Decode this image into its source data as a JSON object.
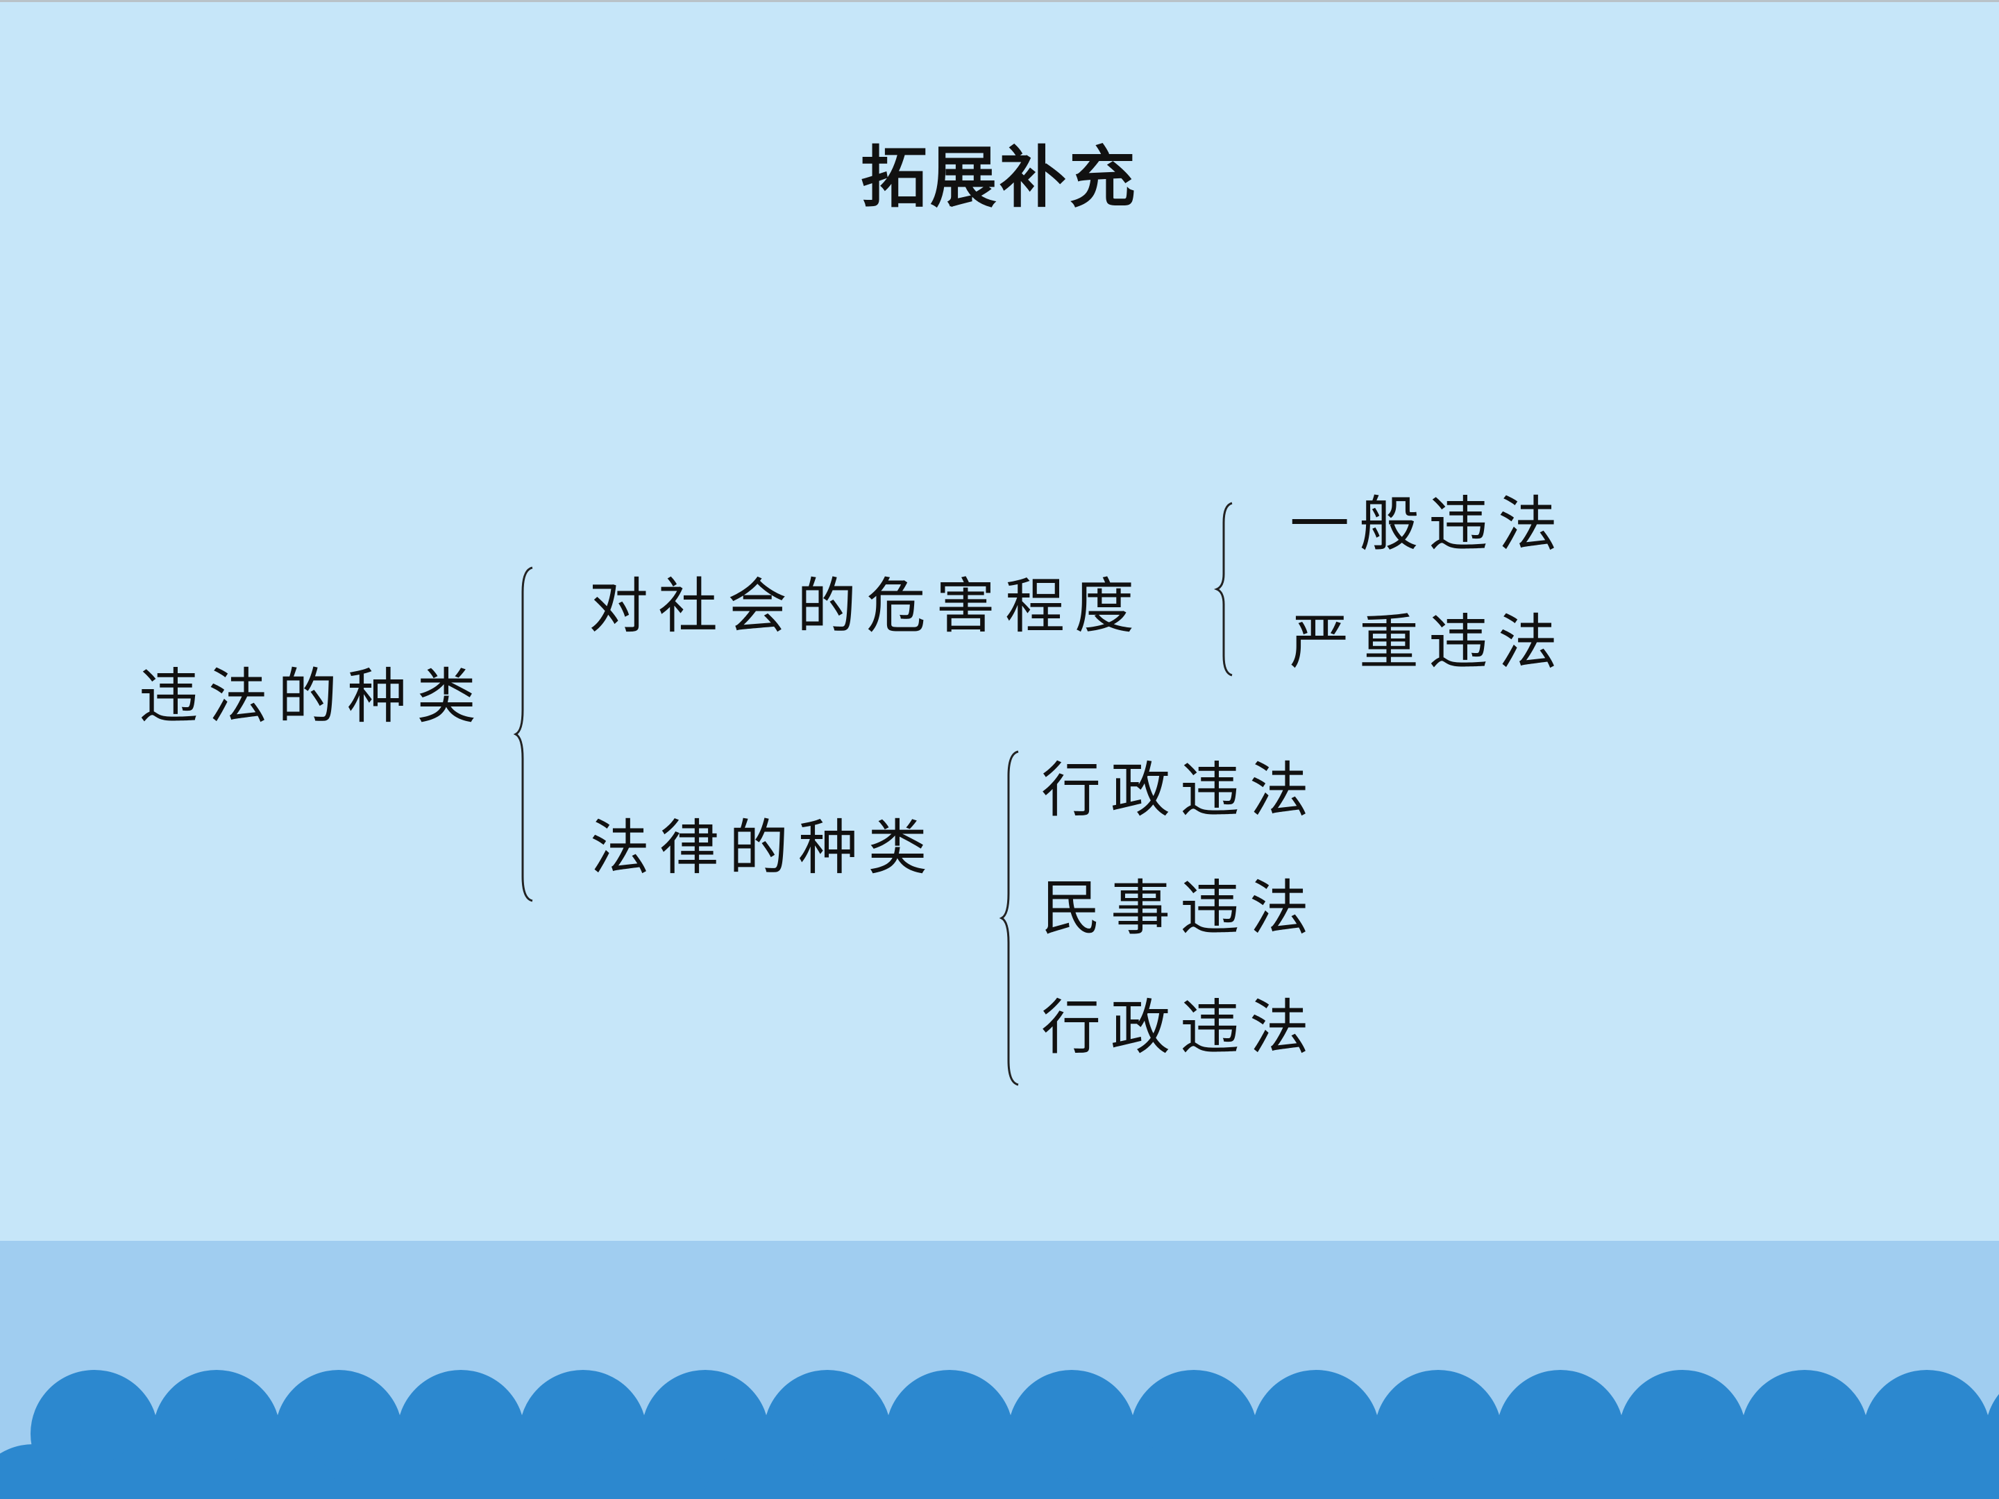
{
  "title": "拓展补充",
  "root": {
    "label": "违法的种类"
  },
  "branches": [
    {
      "label": "对社会的危害程度",
      "children": [
        "一般违法",
        "严重违法"
      ]
    },
    {
      "label": "法律的种类",
      "children": [
        "行政违法",
        "民事违法",
        "行政违法"
      ]
    }
  ],
  "colors": {
    "background": "#c6e6f9",
    "footer_band": "#a0cdf0",
    "wave": "#2c88cf",
    "text": "#111111"
  }
}
